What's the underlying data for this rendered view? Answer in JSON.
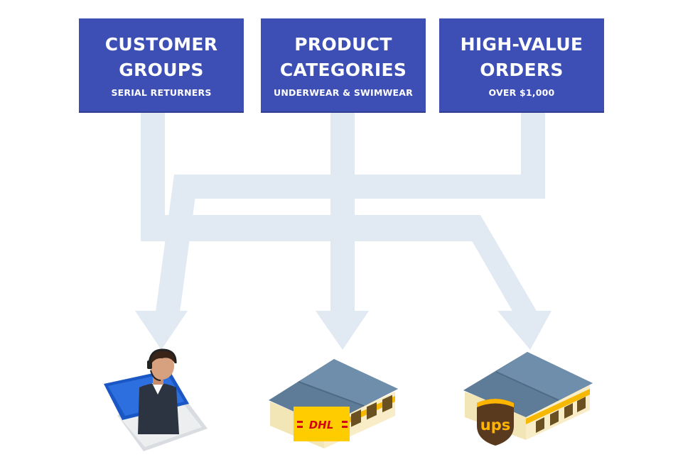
{
  "cards": [
    {
      "title": "CUSTOMER\nGROUPS",
      "subtitle": "SERIAL RETURNERS"
    },
    {
      "title": "PRODUCT\nCATEGORIES",
      "subtitle": "UNDERWEAR & SWIMWEAR"
    },
    {
      "title": "HIGH-VALUE\nORDERS",
      "subtitle": "OVER $1,000"
    }
  ],
  "logos": {
    "dhl": "DHL",
    "ups": "ups"
  },
  "colors": {
    "card": "#3d4fb5",
    "flow": "#e1e9f3",
    "dhl_yellow": "#ffcc00",
    "dhl_red": "#d40511",
    "ups_brown": "#5a3a1f",
    "ups_gold": "#ffb500",
    "roof": "#5e7c98",
    "wall": "#f4e7b8"
  },
  "icons": {
    "agent": "support-agent-laptop-icon",
    "dhl_warehouse": "dhl-warehouse-icon",
    "ups_warehouse": "ups-warehouse-icon"
  }
}
